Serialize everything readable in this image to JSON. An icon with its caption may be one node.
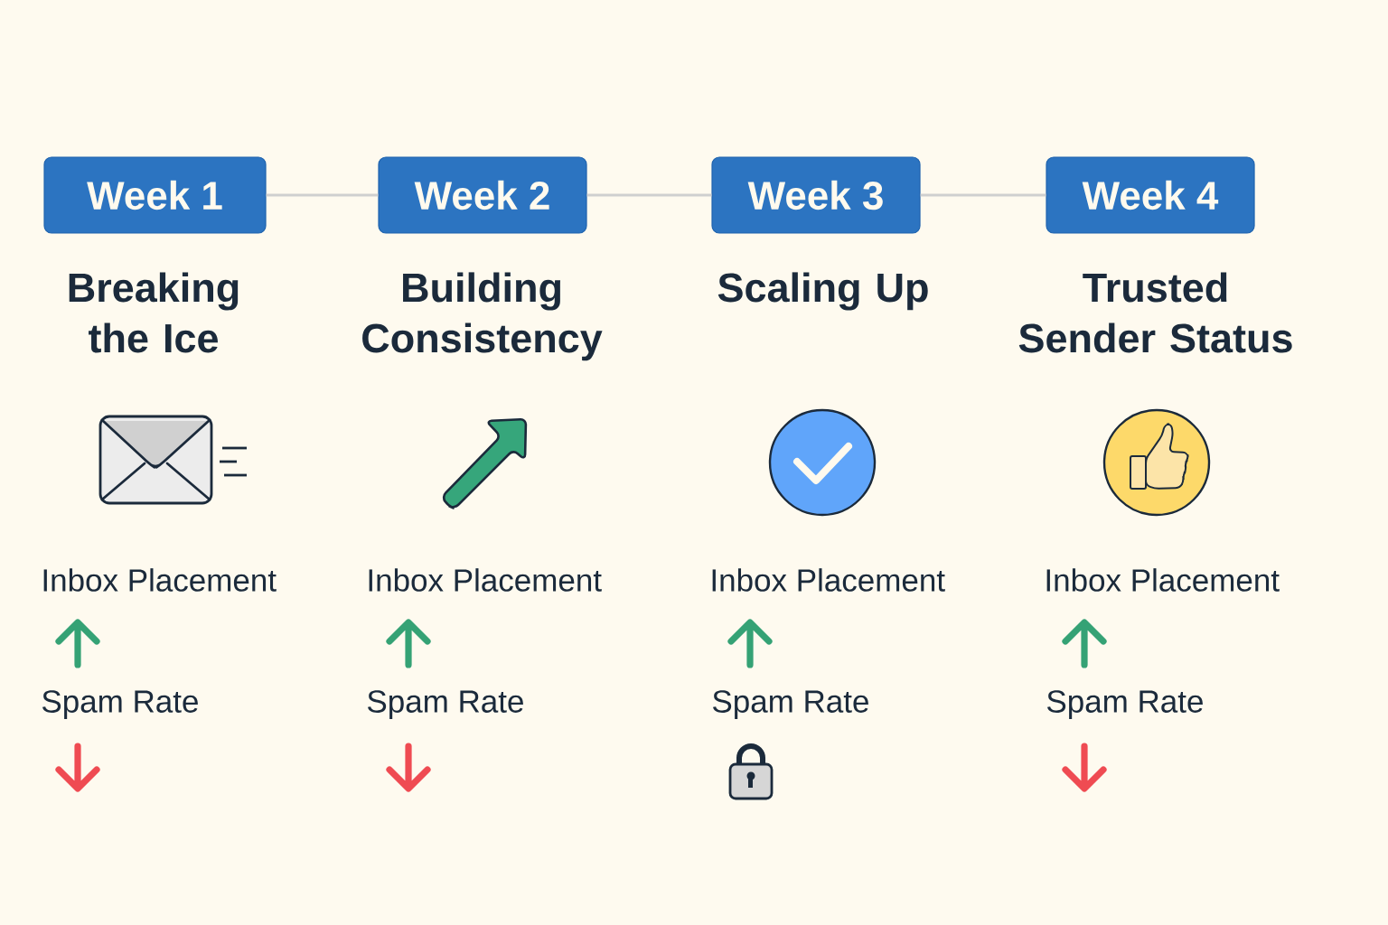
{
  "diagram": {
    "nodes": [
      {
        "text": [
          "Week 1"
        ],
        "beside": [
          "Breaking the Ice"
        ]
      },
      {
        "text": [
          "Week 2"
        ],
        "beside": [
          "Building Consistency"
        ]
      },
      {
        "text": [
          "Week 3"
        ],
        "beside": [
          "Scaling Up"
        ]
      },
      {
        "text": [
          "Week 4"
        ],
        "beside": [
          "Trusted Sender Status"
        ]
      }
    ],
    "edges": [
      {
        "from": 0,
        "to": 1,
        "arrow": "none"
      },
      {
        "from": 1,
        "to": 2,
        "arrow": "none"
      },
      {
        "from": 2,
        "to": 3,
        "arrow": "none"
      }
    ],
    "labels": [
      "Inbox Placement",
      "Inbox Placement",
      "Inbox Placement",
      "Inbox Placement",
      "Spam Rate",
      "Spam Rate",
      "Spam Rate",
      "Spam Rate"
    ]
  }
}
